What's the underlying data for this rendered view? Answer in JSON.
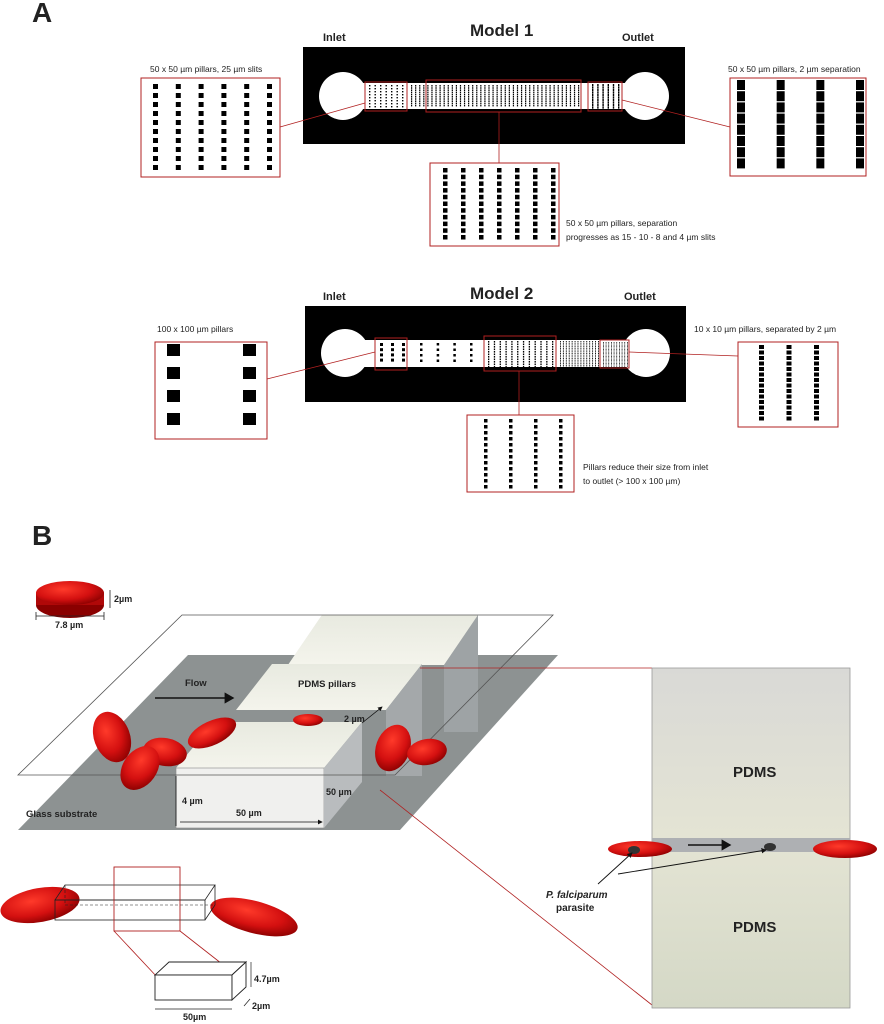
{
  "panel_a": {
    "label": "A",
    "model1": {
      "title": "Model 1",
      "inlet": "Inlet",
      "outlet": "Outlet",
      "left_caption": "50 x 50 µm pillars, 25 µm slits",
      "right_caption": "50 x 50 µm pillars, 2 µm separation",
      "center_caption_line1": "50 x 50 µm pillars, separation",
      "center_caption_line2": "progresses as  15 - 10 - 8 and 4 µm slits"
    },
    "model2": {
      "title": "Model 2",
      "inlet": "Inlet",
      "outlet": "Outlet",
      "left_caption": "100 x 100 µm pillars",
      "right_caption": "10 x 10 µm pillars, separated by 2 µm",
      "center_caption_line1": "Pillars reduce their size from inlet",
      "center_caption_line2": "to outlet (> 100 x 100 µm)"
    }
  },
  "panel_b": {
    "label": "B",
    "rbc_thickness": "2µm",
    "rbc_diameter": "7.8 µm",
    "flow": "Flow",
    "pdms_pillars": "PDMS pillars",
    "gap": "2 µm",
    "glass_substrate": "Glass substrate",
    "height": "4 µm",
    "length": "50 µm",
    "width": "50 µm",
    "pdms_top": "PDMS",
    "pdms_bottom": "PDMS",
    "parasite_line1": "P. falciparum",
    "parasite_line2": "parasite",
    "box_height": "4.7µm",
    "box_width": "2µm",
    "box_length": "50µm"
  },
  "colors": {
    "rbc_red": "#d01010",
    "frame_red": "#b02020",
    "chip_black": "#000000",
    "substrate_grey": "#8a8f8f",
    "pdms_beige": "#dcdccf"
  }
}
